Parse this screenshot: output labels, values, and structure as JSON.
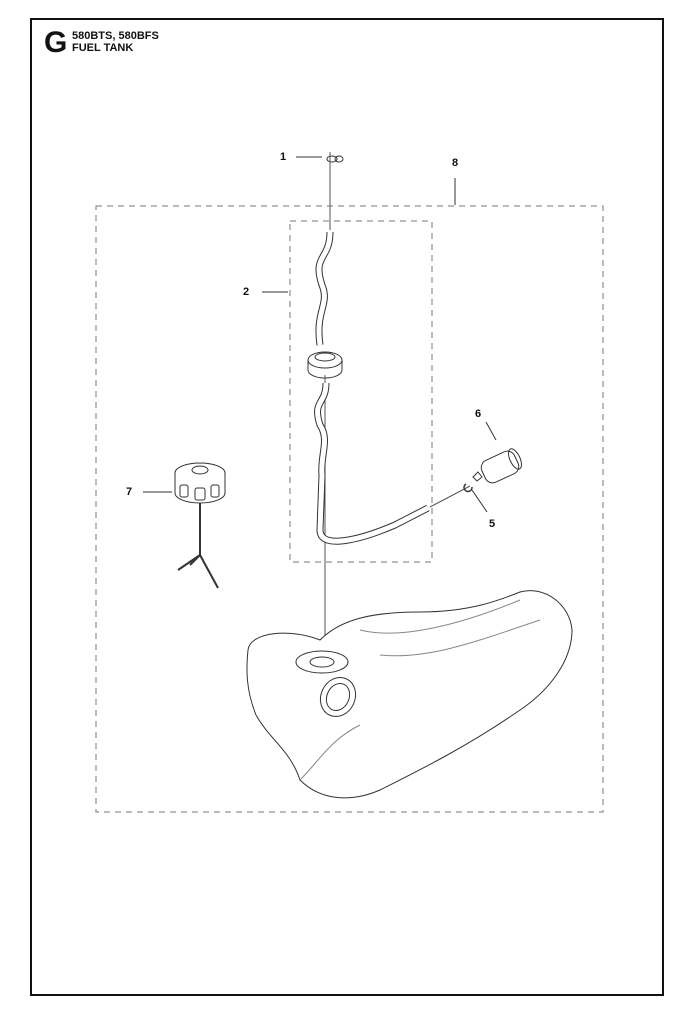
{
  "header": {
    "section_letter": "G",
    "models": "580BTS, 580BFS",
    "title": "FUEL TANK"
  },
  "callouts": [
    {
      "number": "1",
      "part": "clip"
    },
    {
      "number": "2",
      "part": "fuel-hose-assembly"
    },
    {
      "number": "5",
      "part": "hose-clip"
    },
    {
      "number": "6",
      "part": "fuel-filter"
    },
    {
      "number": "7",
      "part": "fuel-cap"
    },
    {
      "number": "8",
      "part": "fuel-tank-assembly"
    }
  ]
}
